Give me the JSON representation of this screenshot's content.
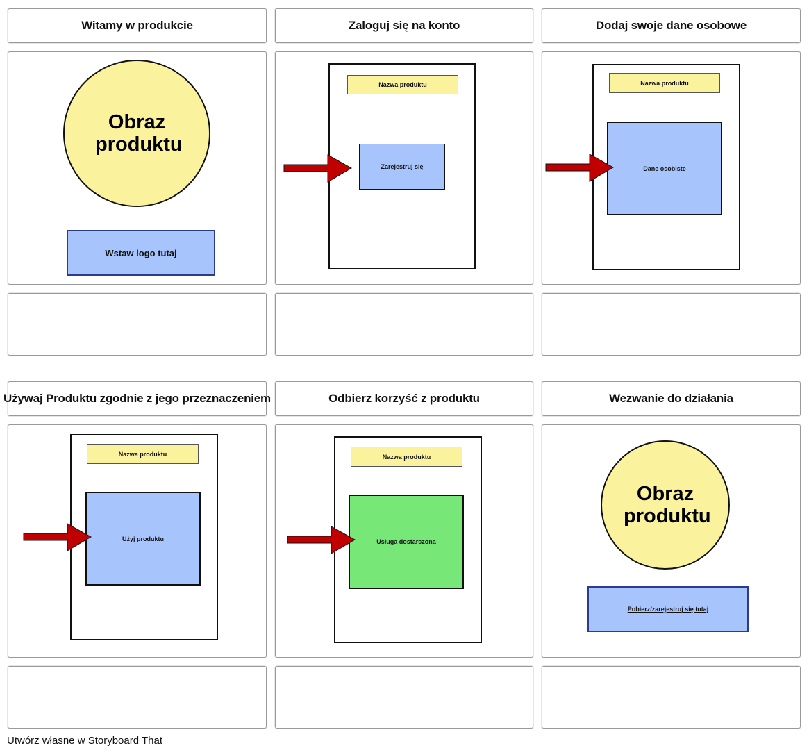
{
  "titles": [
    "Witamy w produkcie",
    "Zaloguj się na konto",
    "Dodaj swoje dane osobowe",
    "Używaj Produktu zgodnie z jego przeznaczeniem",
    "Odbierz korzyść z produktu",
    "Wezwanie do działania"
  ],
  "panel1": {
    "image_text": "Obraz produktu",
    "logo_text": "Wstaw logo tutaj"
  },
  "panel2": {
    "name_bar": "Nazwa produktu",
    "screen_text": "Zarejestruj się"
  },
  "panel3": {
    "name_bar": "Nazwa produktu",
    "screen_text": "Dane osobiste"
  },
  "panel4": {
    "name_bar": "Nazwa produktu",
    "screen_text": "Użyj produktu"
  },
  "panel5": {
    "name_bar": "Nazwa produktu",
    "screen_text": "Usługa dostarczona"
  },
  "panel6": {
    "image_text": "Obraz produktu",
    "link_text": "Pobierz/zarejestruj się tutaj"
  },
  "footer": "Utwórz własne w Storyboard That",
  "colors": {
    "yellow": "#fbf29e",
    "blue": "#a8c4fc",
    "green": "#77e878",
    "arrow_red": "#c00000"
  }
}
